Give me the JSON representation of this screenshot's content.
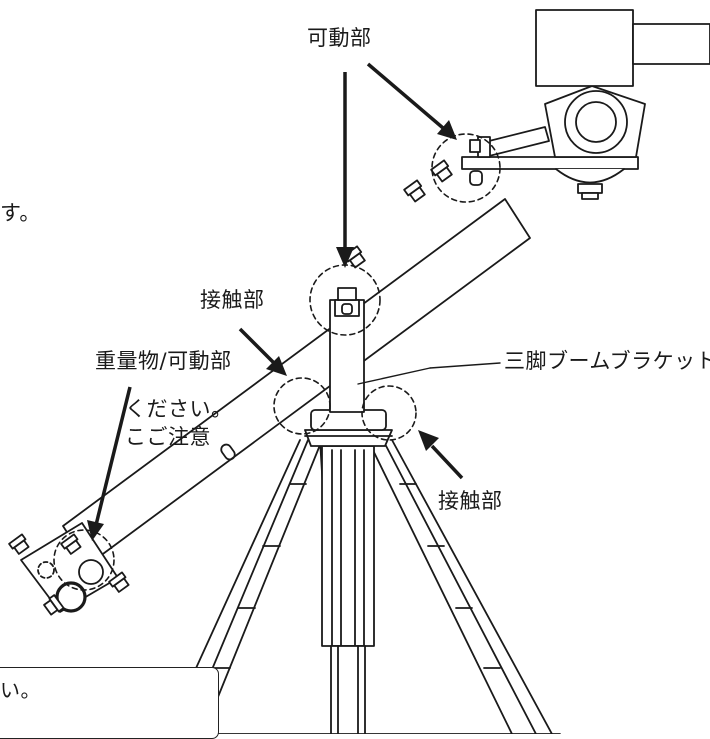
{
  "labels": {
    "movable_top": "可動部",
    "contact_left": "接触部",
    "heavy_movable": "重量物/可動部",
    "tripod_bracket": "三脚ブームブラケット",
    "contact_right": "接触部"
  },
  "cut_text": {
    "line_1": "す。",
    "line_2": "ください。",
    "line_3": "こご注意",
    "line_4": "い。"
  },
  "colors": {
    "ink": "#1a1a1a",
    "background": "#ffffff"
  }
}
